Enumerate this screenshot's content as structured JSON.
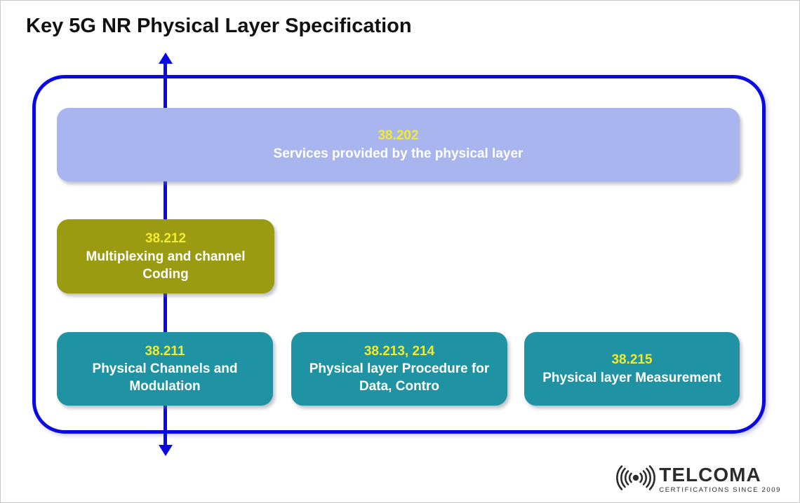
{
  "title": "Key 5G NR Physical Layer Specification",
  "colors": {
    "blue": "#0a0ae0",
    "lavender": "#a9b5ef",
    "olive": "#9a9b10",
    "teal": "#1f93a3",
    "yellow": "#f0ea31",
    "white": "#ffffff",
    "ink": "#111111",
    "logo_ink": "#2c2c2c"
  },
  "diagram": {
    "services": {
      "code": "38.202",
      "label": "Services provided by the physical layer"
    },
    "multiplexing": {
      "code": "38.212",
      "label": "Multiplexing and channel Coding"
    },
    "channels": {
      "code": "38.211",
      "label": "Physical Channels and Modulation"
    },
    "procedures": {
      "code": "38.213, 214",
      "label": "Physical layer Procedure for Data, Contro"
    },
    "measurement": {
      "code": "38.215",
      "label": "Physical layer Measurement"
    }
  },
  "logo": {
    "name": "TELCOMA",
    "tagline": "CERTIFICATIONS SINCE 2009",
    "icon": "radio-waves-icon"
  }
}
